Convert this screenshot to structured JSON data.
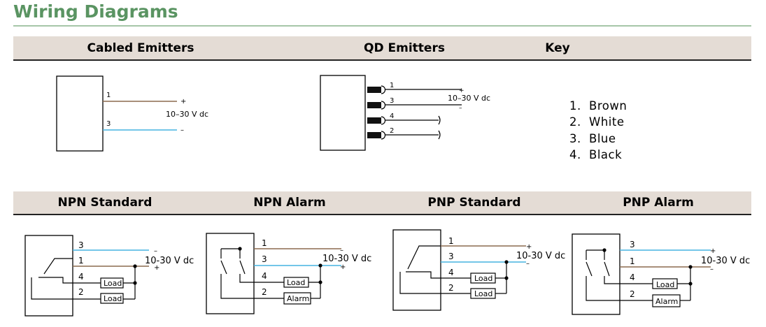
{
  "page": {
    "title": "Wiring Diagrams"
  },
  "headers": {
    "cabled": "Cabled Emitters",
    "qd": "QD Emitters",
    "key": "Key",
    "npn_standard": "NPN Standard",
    "npn_alarm": "NPN Alarm",
    "pnp_standard": "PNP Standard",
    "pnp_alarm": "PNP Alarm"
  },
  "key": {
    "items": [
      {
        "num": "1.",
        "label": "Brown"
      },
      {
        "num": "2.",
        "label": "White"
      },
      {
        "num": "3.",
        "label": "Blue"
      },
      {
        "num": "4.",
        "label": "Black"
      }
    ]
  },
  "labels": {
    "supply": "10–30 V dc",
    "supply_alt": "10-30 V dc",
    "plus": "+",
    "minus": "–",
    "load": "Load",
    "alarm": "Alarm"
  },
  "wires": {
    "w1": "1",
    "w2": "2",
    "w3": "3",
    "w4": "4"
  },
  "colors": {
    "brown": "#8b6a4f",
    "blue": "#45b3e1",
    "title_green": "#5a9462",
    "header_bg": "#e4dcd5"
  }
}
